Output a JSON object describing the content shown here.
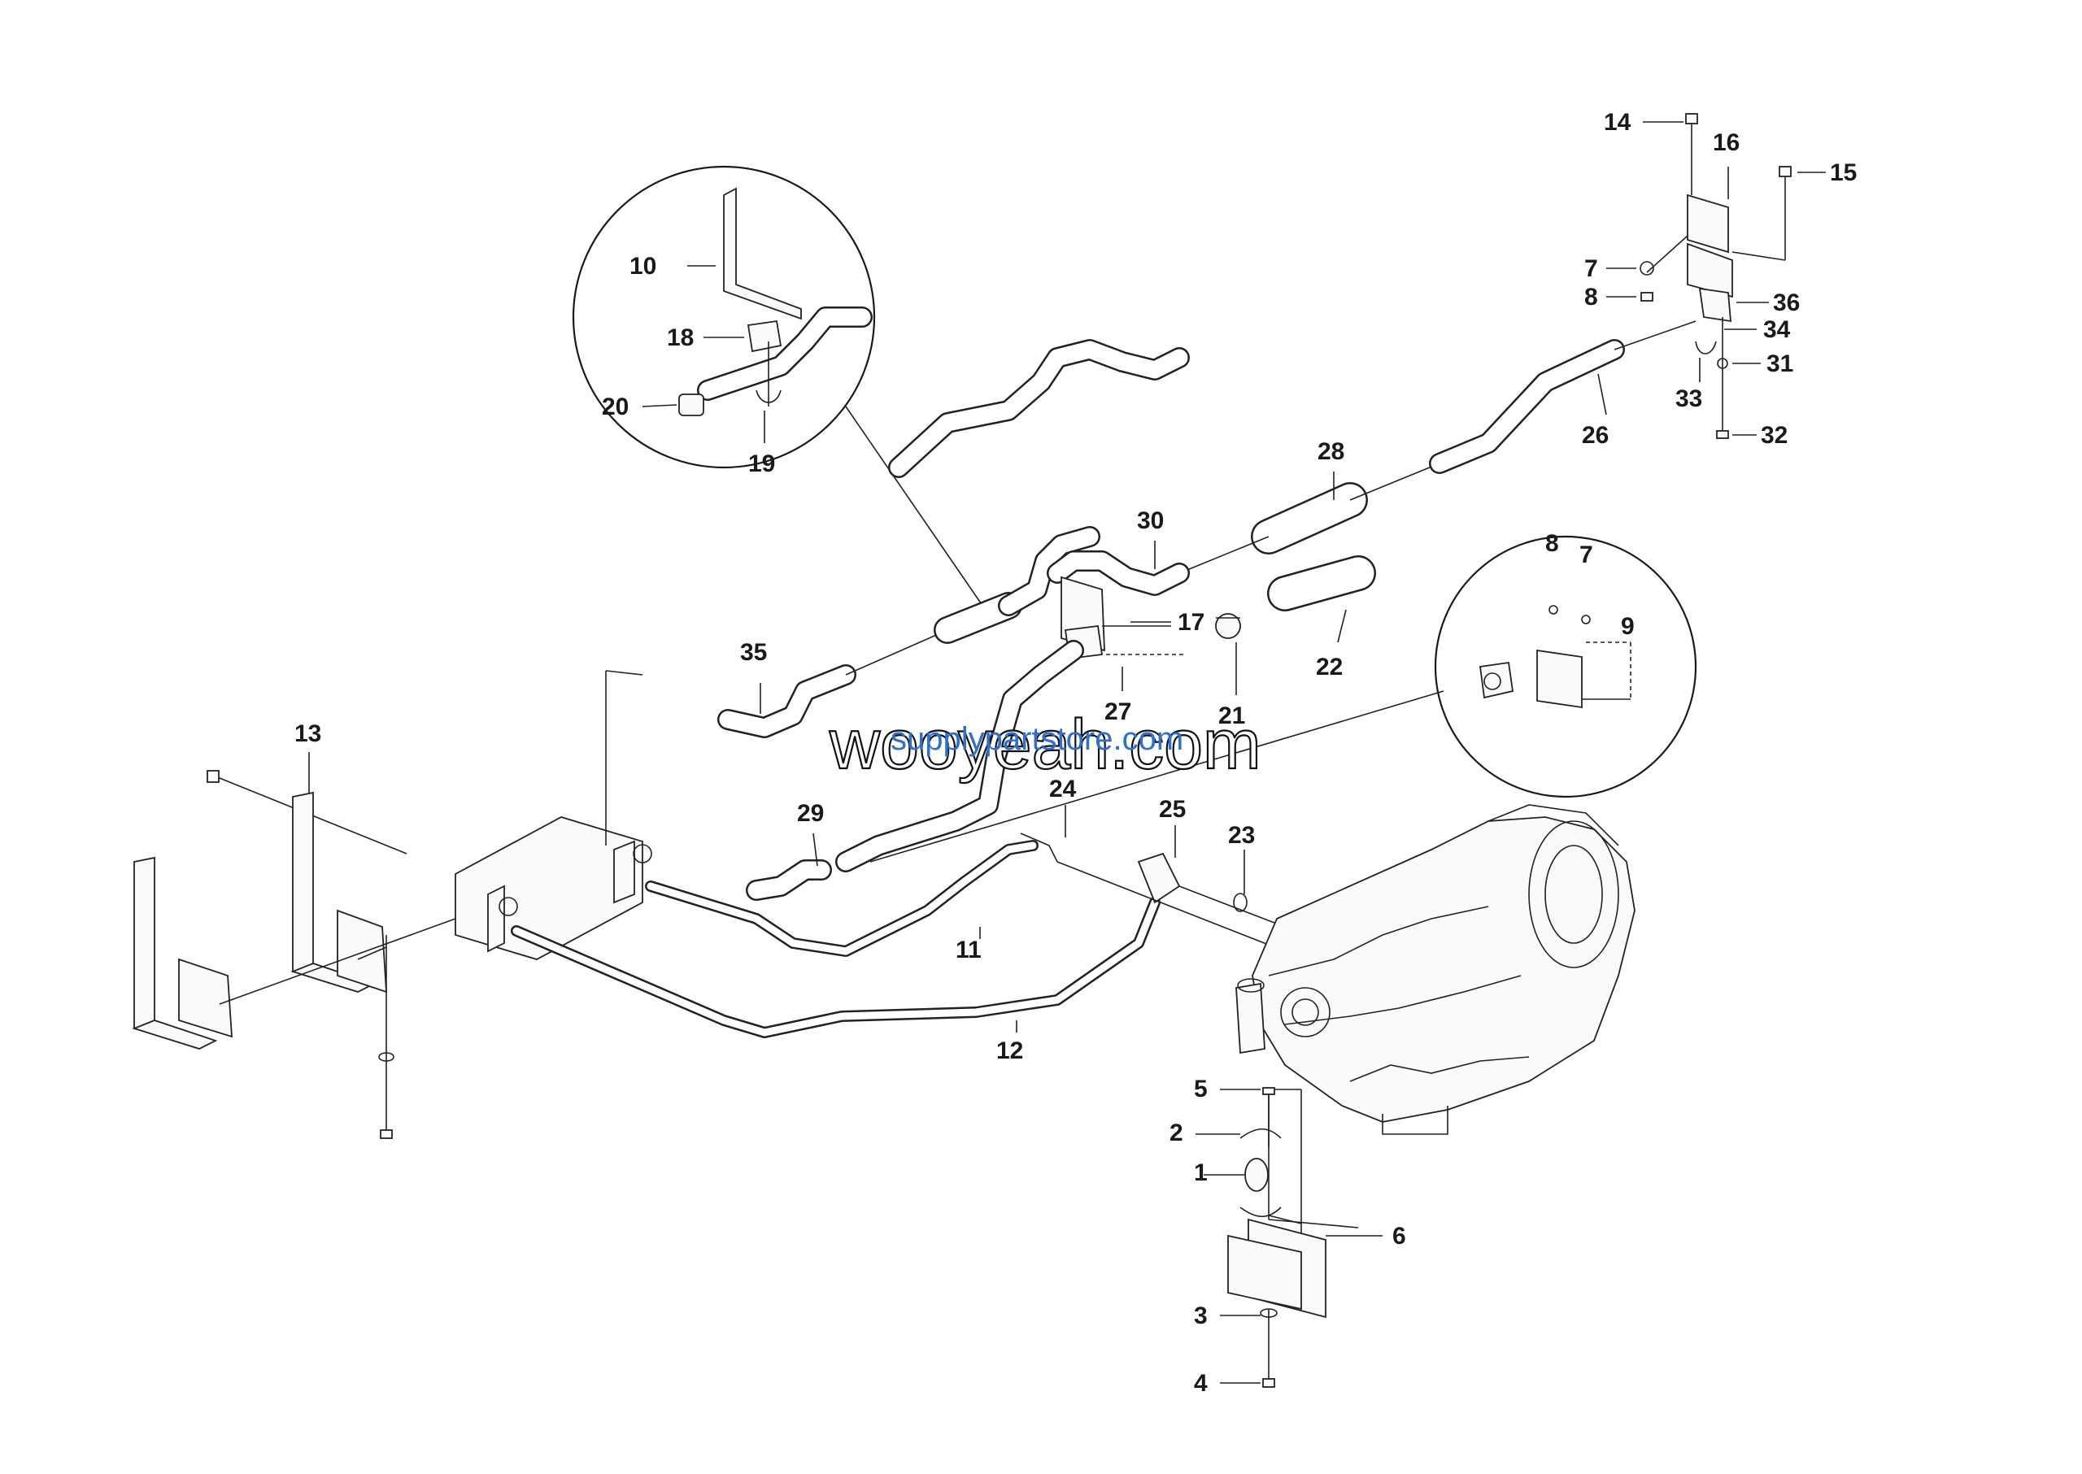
{
  "watermark": {
    "main": "wooyeah.com",
    "overlay": "supplypartstore.com"
  },
  "callouts": [
    "1",
    "2",
    "3",
    "4",
    "5",
    "6",
    "7",
    "8",
    "9",
    "10",
    "11",
    "12",
    "13",
    "14",
    "15",
    "16",
    "17",
    "18",
    "19",
    "20",
    "21",
    "22",
    "23",
    "24",
    "25",
    "26",
    "27",
    "28",
    "29",
    "30",
    "31",
    "32",
    "33",
    "34",
    "35",
    "36"
  ],
  "detail_callouts_left": [
    "10",
    "18",
    "19",
    "20"
  ],
  "detail_callouts_right": [
    "7",
    "8",
    "9"
  ]
}
